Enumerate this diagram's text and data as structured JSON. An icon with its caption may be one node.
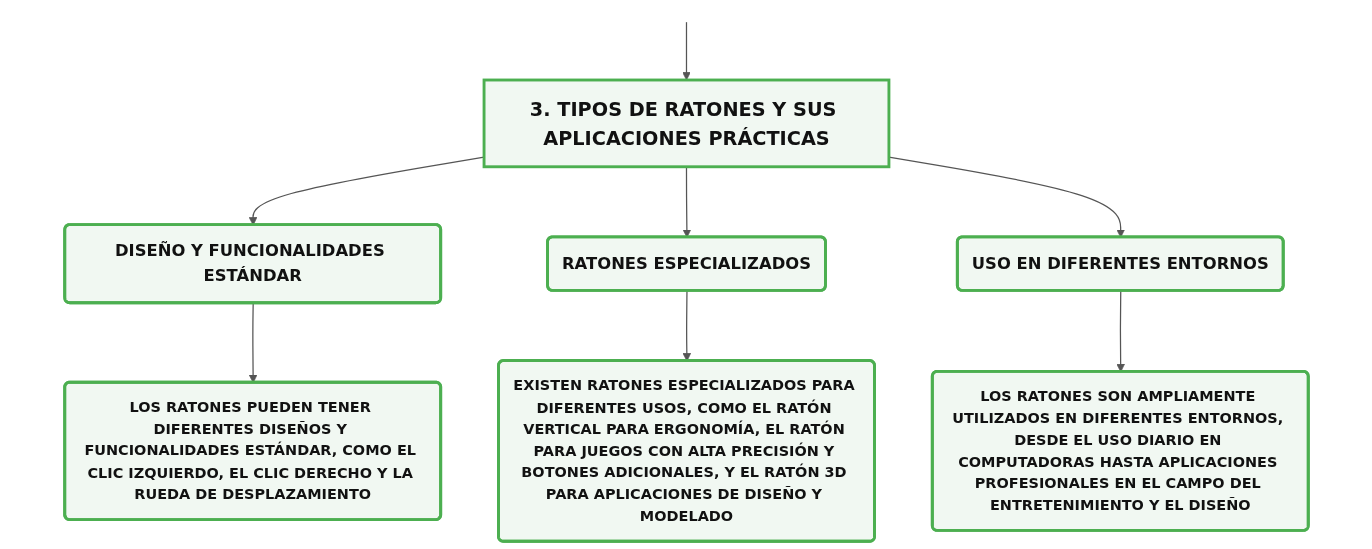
{
  "diagram": {
    "nodes": [
      {
        "text": [
          "3. TIPOS DE RATONES Y SUS APLICACIONES PRÁCTICAS"
        ]
      },
      {
        "text": [
          "DISEÑO Y FUNCIONALIDADES ESTÁNDAR"
        ]
      },
      {
        "text": [
          "RATONES ESPECIALIZADOS"
        ]
      },
      {
        "text": [
          "USO EN DIFERENTES ENTORNOS"
        ]
      },
      {
        "text": [
          "LOS RATONES PUEDEN TENER DIFERENTES DISEÑOS Y FUNCIONALIDADES ESTÁNDAR, COMO EL CLIC IZQUIERDO, EL CLIC DERECHO Y LA RUEDA DE DESPLAZAMIENTO"
        ]
      },
      {
        "text": [
          "EXISTEN RATONES ESPECIALIZADOS PARA DIFERENTES USOS, COMO EL RATÓN VERTICAL PARA ERGONOMÍA, EL RATÓN PARA JUEGOS CON ALTA PRECISIÓN Y BOTONES ADICIONALES, Y EL RATÓN 3D PARA APLICACIONES DE DISEÑO Y MODELADO"
        ]
      },
      {
        "text": [
          "LOS RATONES SON AMPLIAMENTE UTILIZADOS EN DIFERENTES ENTORNOS, DESDE EL USO DIARIO EN COMPUTADORAS HASTA APLICACIONES PROFESIONALES EN EL CAMPO DEL ENTRETENIMIENTO Y EL DISEÑO"
        ]
      }
    ],
    "edges": [
      {
        "from": null,
        "to": 0,
        "arrow": "to"
      },
      {
        "from": 0,
        "to": 1,
        "arrow": "to"
      },
      {
        "from": 0,
        "to": 2,
        "arrow": "to"
      },
      {
        "from": 0,
        "to": 3,
        "arrow": "to"
      },
      {
        "from": 1,
        "to": 4,
        "arrow": "to"
      },
      {
        "from": 2,
        "to": 5,
        "arrow": "to"
      },
      {
        "from": 3,
        "to": 6,
        "arrow": "to"
      }
    ]
  }
}
